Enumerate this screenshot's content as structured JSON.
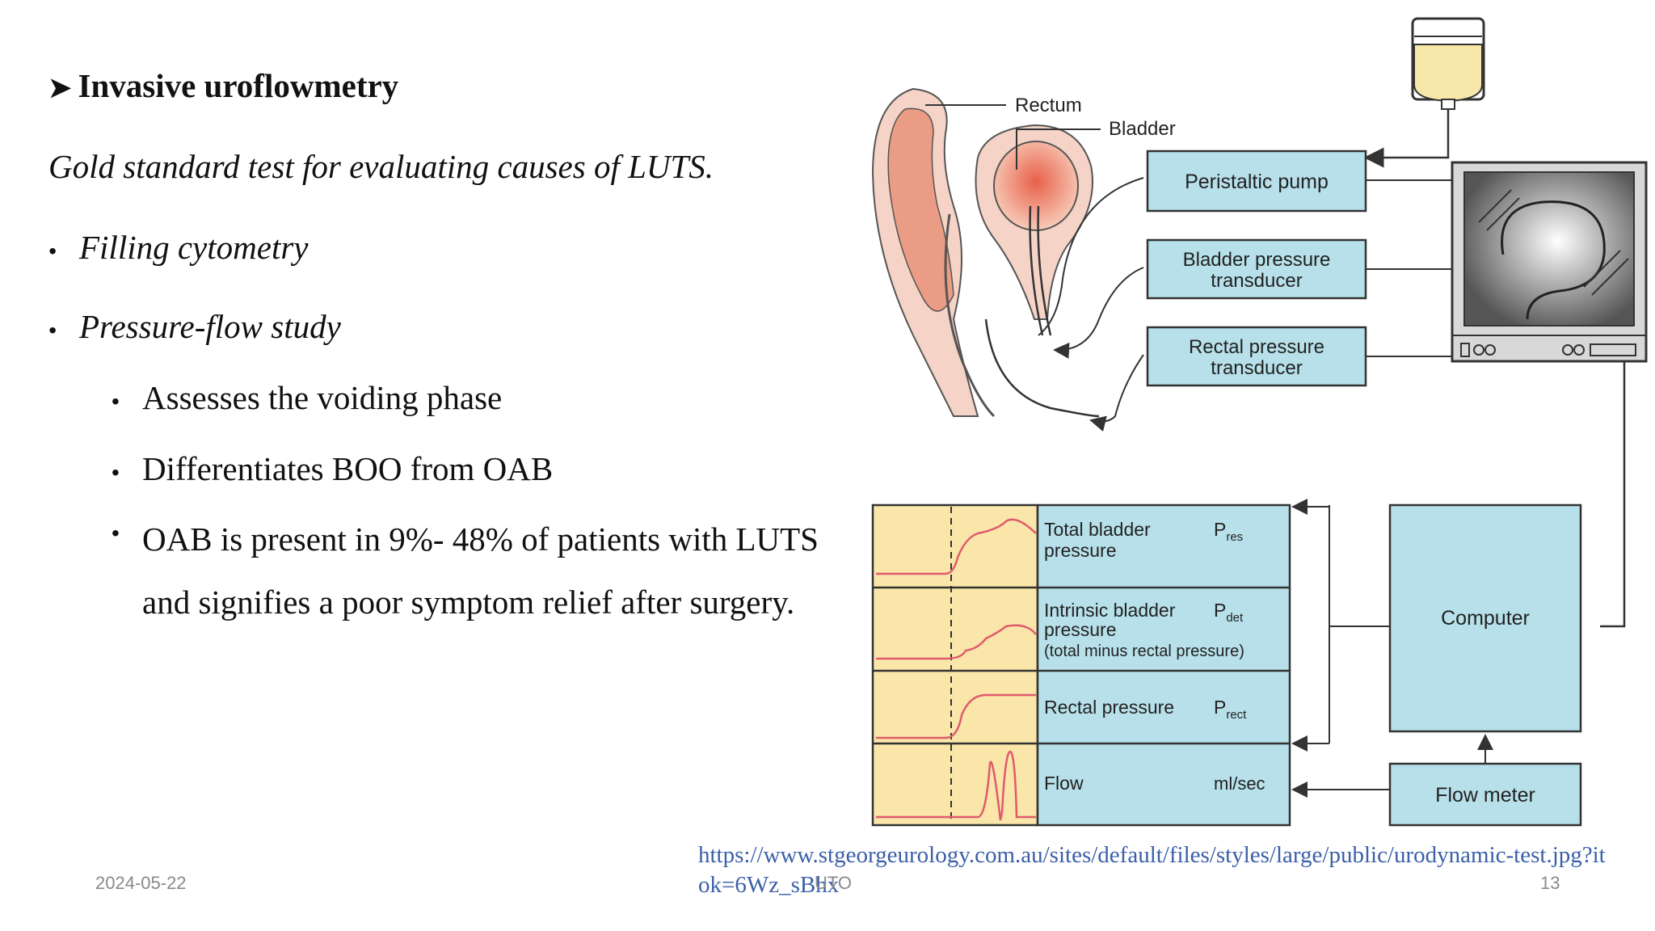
{
  "slide": {
    "heading": "Invasive uroflowmetry",
    "subtitle": "Gold standard test for evaluating causes of LUTS.",
    "bullets": [
      "Filling cytometry",
      "Pressure-flow study",
      "Assesses the voiding phase",
      "Differentiates BOO from OAB",
      "OAB is present in 9%- 48% of patients with LUTS and signifies a poor symptom relief after surgery."
    ],
    "link": "https://www.stgeorgeurology.com.au/sites/default/files/styles/large/public/urodynamic-test.jpg?itok=6Wz_sBhx",
    "footer": {
      "date": "2024-05-22",
      "center": "UTO",
      "page": "13"
    }
  },
  "diagram": {
    "labels": {
      "rectum": "Rectum",
      "bladder": "Bladder",
      "pump": "Peristaltic pump",
      "bladder_transducer_1": "Bladder pressure",
      "bladder_transducer_2": "transducer",
      "rectal_transducer_1": "Rectal pressure",
      "rectal_transducer_2": "transducer",
      "computer": "Computer",
      "flow_meter": "Flow meter"
    },
    "traces": [
      {
        "line1": "Total bladder",
        "line2": "pressure",
        "line3": "",
        "sym": "P",
        "sub": "res"
      },
      {
        "line1": "Intrinsic bladder",
        "line2": "pressure",
        "line3": "(total minus rectal pressure)",
        "sym": "P",
        "sub": "det"
      },
      {
        "line1": "Rectal pressure",
        "line2": "",
        "line3": "",
        "sym": "P",
        "sub": "rect"
      },
      {
        "line1": "Flow",
        "line2": "",
        "line3": "",
        "sym": "ml/sec",
        "sub": ""
      }
    ],
    "colors": {
      "box": "#b7e0ea",
      "chart": "#f9e6a8",
      "tissue": "#f2b7a0",
      "trace": "#e05a6e",
      "stroke": "#333333"
    }
  }
}
